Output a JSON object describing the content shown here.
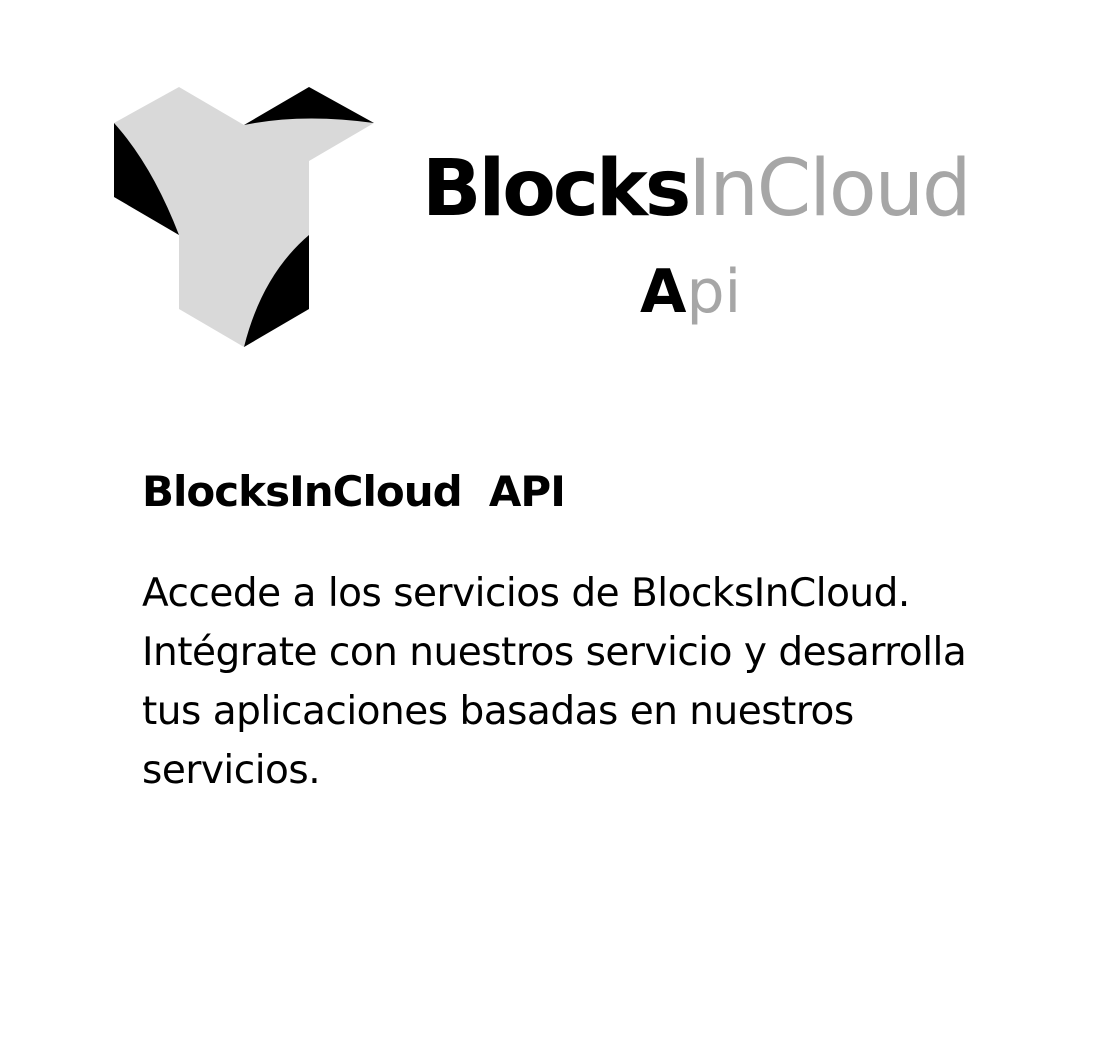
{
  "logo": {
    "icon": "blocksincloud-logo-icon",
    "colors": {
      "dark": "#000000",
      "light": "#d9d9d9"
    },
    "wordmark_dark": "Blocks",
    "wordmark_light": "InCloud",
    "sub_dark": "A",
    "sub_light": "pi",
    "accent_gray": "#a6a6a6"
  },
  "content": {
    "heading": "BlocksInCloud  API",
    "lines": [
      "Accede a los servicios de BlocksInCloud.",
      "Intégrate con nuestros servicio y desarrolla",
      "tus aplicaciones basadas en nuestros",
      "servicios."
    ]
  }
}
